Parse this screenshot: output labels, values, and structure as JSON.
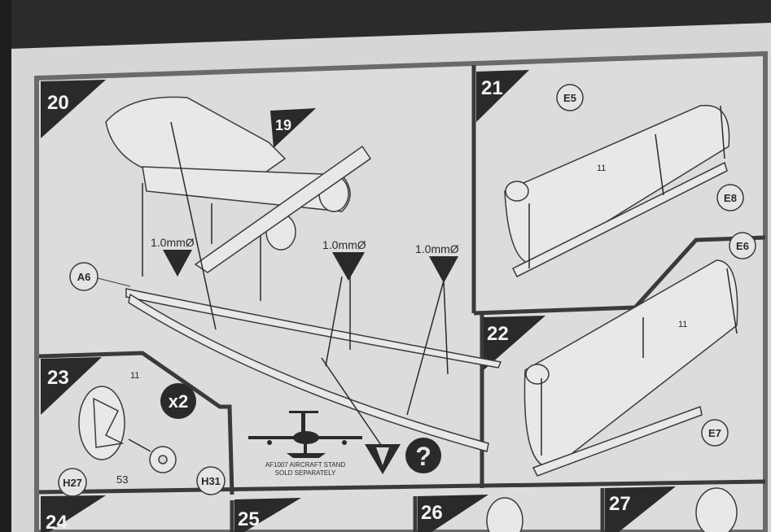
{
  "steps": {
    "s19": "19",
    "s20": "20",
    "s21": "21",
    "s22": "22",
    "s23": "23",
    "s24": "24",
    "s25": "25",
    "s26": "26",
    "s27": "27"
  },
  "step20": {
    "part_a6": "A6",
    "drill_labels": [
      "1.0mmØ",
      "1.0mmØ",
      "1.0mmØ"
    ],
    "stand_note_line1": "AF1007 AIRCRAFT STAND",
    "stand_note_line2": "SOLD SEPARATELY"
  },
  "step21": {
    "part_e5": "E5",
    "part_e8": "E8",
    "paint_ref": "11"
  },
  "step22": {
    "part_e6": "E6",
    "part_e7": "E7",
    "paint_ref": "11"
  },
  "step23": {
    "multiplier": "x2",
    "paint_ref_11": "11",
    "paint_ref_53": "53",
    "part_h27": "H27",
    "part_h31": "H31"
  },
  "colors": {
    "paper": "#d9d9d7",
    "ink": "#2e2e2e",
    "frame": "#555555"
  }
}
